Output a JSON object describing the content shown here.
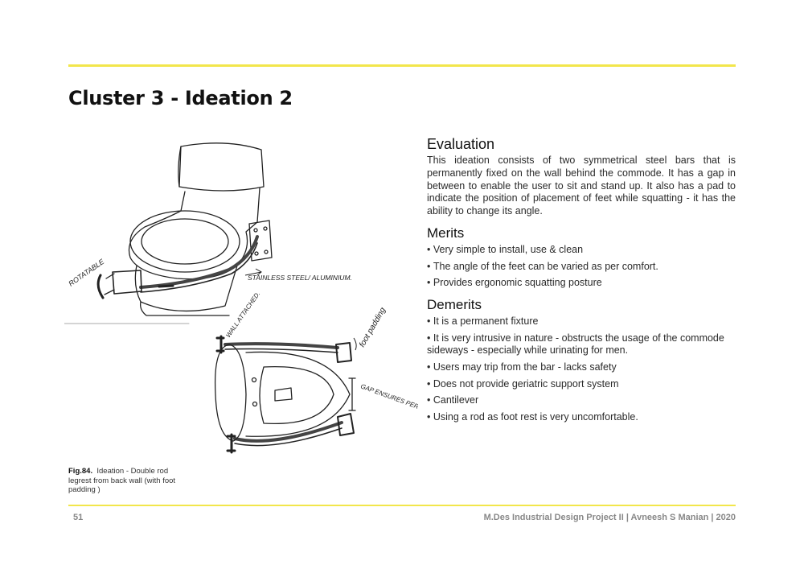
{
  "page": {
    "title": "Cluster 3 - Ideation 2",
    "page_number": "51",
    "footer_credit": "M.Des Industrial Design Project II | Avneesh S Manian | 2020",
    "accent_color": "#f2e64b"
  },
  "figure": {
    "caption_label": "Fig.84.",
    "caption_text": "Ideation - Double rod legrest from back wall (with foot padding )",
    "sketch_notes": [
      "ROTATABLE",
      "STAINLESS STEEL/ ALUMINIUM.",
      "WALL ATTACHED.",
      "foot padding",
      "GAP ENSURES PERSON DOES NOT TRIP"
    ]
  },
  "evaluation": {
    "heading": "Evaluation",
    "body": "This ideation consists of two symmetrical steel bars that is permanently fixed on the wall behind the commode. It has a gap in between to enable the user to sit and stand up. It also has a pad to indicate the position of placement of feet while squatting - it has the ability to change its angle."
  },
  "merits": {
    "heading": "Merits",
    "items": [
      "Very simple to install, use & clean",
      "The angle of the feet can be varied as per comfort.",
      "Provides ergonomic squatting posture"
    ]
  },
  "demerits": {
    "heading": "Demerits",
    "items": [
      "It is a permanent fixture",
      "It is very intrusive in nature - obstructs the usage of the commode sideways - especially while urinating for men.",
      "Users may trip from the bar - lacks safety",
      "Does not provide geriatric support system",
      "Cantilever",
      "Using a rod as foot rest is very uncomfortable."
    ]
  }
}
